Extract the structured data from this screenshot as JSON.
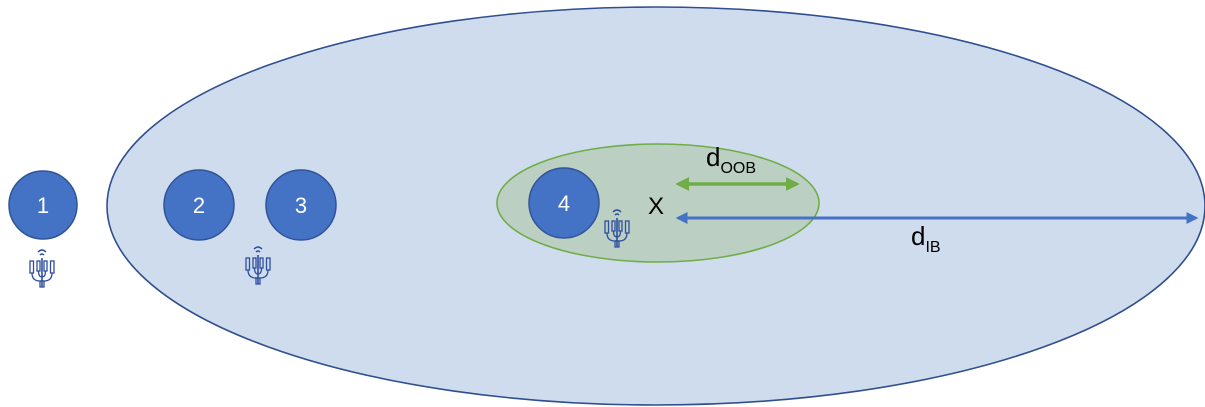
{
  "diagram": {
    "nodes": [
      {
        "label": "1"
      },
      {
        "label": "2"
      },
      {
        "label": "3"
      },
      {
        "label": "4"
      }
    ],
    "marker": "X",
    "out_of_band": {
      "symbol": "d",
      "subscript": "OOB"
    },
    "in_band": {
      "symbol": "d",
      "subscript": "IB"
    },
    "icons": [
      "antenna-tower-icon",
      "antenna-tower-icon",
      "antenna-tower-icon"
    ]
  },
  "colors": {
    "in_band_region_fill": "#cfdcee",
    "in_band_region_stroke": "#2f4f8f",
    "oob_region_fill": "#bccfc3",
    "oob_region_stroke": "#70ad47",
    "node_fill": "#4472c4",
    "node_stroke": "#2f5597",
    "ib_arrow": "#4472c4",
    "oob_arrow": "#70ad47",
    "icon_color": "#2f4f9f"
  }
}
